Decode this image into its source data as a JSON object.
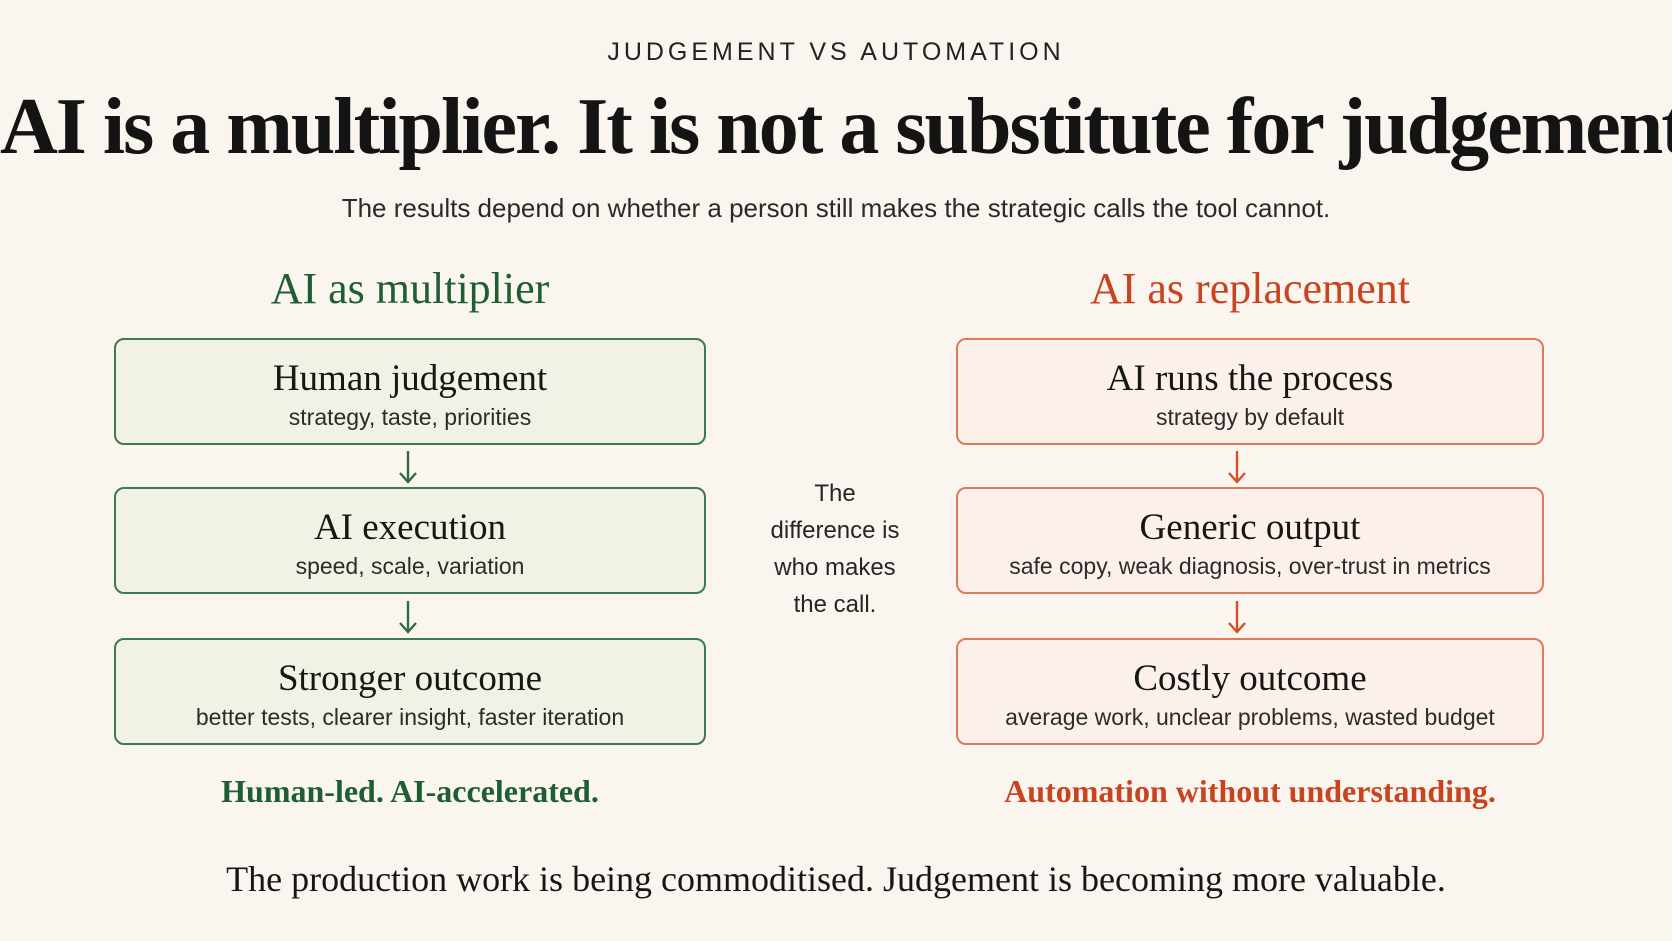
{
  "header": {
    "eyebrow": "JUDGEMENT VS AUTOMATION",
    "title": "AI is a multiplier. It is not a substitute for judgement.",
    "subtitle": "The results depend on whether a person still makes the strategic calls the tool cannot."
  },
  "multiplier": {
    "heading": "AI as multiplier",
    "color": "#1f5e33",
    "steps": [
      {
        "title": "Human judgement",
        "sub": "strategy, taste, priorities"
      },
      {
        "title": "AI execution",
        "sub": "speed, scale, variation"
      },
      {
        "title": "Stronger outcome",
        "sub": "better tests, clearer insight, faster iteration"
      }
    ],
    "tagline": "Human-led. AI-accelerated."
  },
  "replacement": {
    "heading": "AI as replacement",
    "color": "#c8431e",
    "steps": [
      {
        "title": "AI runs the process",
        "sub": "strategy by default"
      },
      {
        "title": "Generic output",
        "sub": "safe copy, weak diagnosis, over-trust in metrics"
      },
      {
        "title": "Costly outcome",
        "sub": "average work, unclear problems, wasted budget"
      }
    ],
    "tagline": "Automation without understanding."
  },
  "center_note": [
    "The",
    "difference is",
    "who makes",
    "the call."
  ],
  "footer": "The production work is being commoditised. Judgement is becoming more valuable."
}
